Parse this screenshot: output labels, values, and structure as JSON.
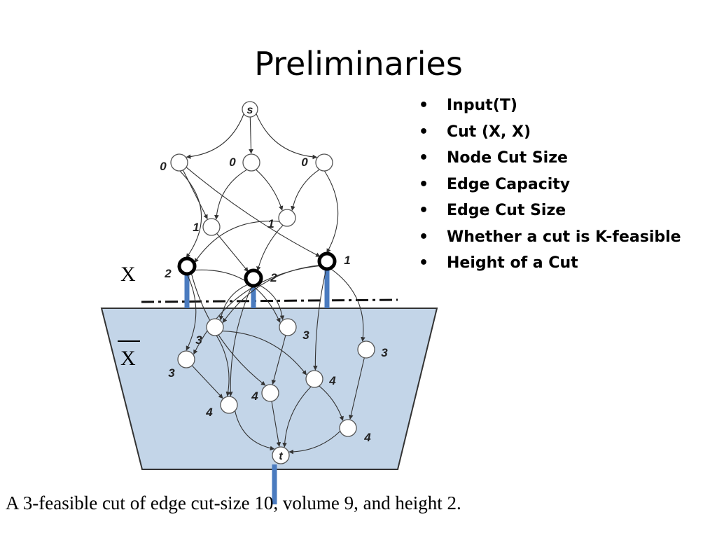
{
  "slide": {
    "title": "Preliminaries",
    "bullets": [
      "Input(T)",
      "Cut (X, X)",
      "Node Cut Size",
      "Edge Capacity",
      "Edge Cut Size",
      "Whether a cut is K-feasible",
      "Height of a Cut"
    ]
  },
  "diagram": {
    "label_x": "X",
    "label_xbar": "X",
    "source_label": "s",
    "sink_label": "t",
    "colors": {
      "region_fill": "#c3d5e8",
      "cut_edge": "#4a7bbf",
      "node_stroke": "#555555",
      "edge_stroke": "#333333"
    },
    "nodes": [
      {
        "id": "s",
        "label": "s"
      },
      {
        "id": "a1",
        "label": "0"
      },
      {
        "id": "a2",
        "label": "0"
      },
      {
        "id": "a3",
        "label": "0"
      },
      {
        "id": "b1",
        "label": "1"
      },
      {
        "id": "b2",
        "label": "1"
      },
      {
        "id": "c1",
        "label": "2"
      },
      {
        "id": "c2",
        "label": "2"
      },
      {
        "id": "c3",
        "label": "1"
      },
      {
        "id": "d1",
        "label": "3"
      },
      {
        "id": "d2",
        "label": "3"
      },
      {
        "id": "d3",
        "label": "3"
      },
      {
        "id": "d4",
        "label": "3"
      },
      {
        "id": "e1",
        "label": "4"
      },
      {
        "id": "e2",
        "label": "4"
      },
      {
        "id": "e3",
        "label": "4"
      },
      {
        "id": "e4",
        "label": "4"
      },
      {
        "id": "t",
        "label": "t"
      }
    ]
  },
  "caption": "A 3-feasible cut of edge cut-size 10,  volume 9, and height 2."
}
